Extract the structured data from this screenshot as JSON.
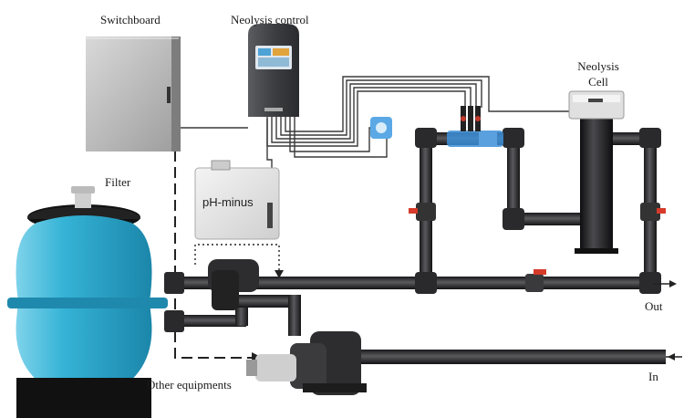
{
  "labels": {
    "switchboard": "Switchboard",
    "neolysis_control": "Neolysis control",
    "neolysis_cell_line1": "Neolysis",
    "neolysis_cell_line2": "Cell",
    "filter": "Filter",
    "ph_minus": "pH-minus",
    "other_equipments": "Other equipments",
    "out": "Out",
    "in": "In"
  },
  "colors": {
    "pipe": "#2b2b2d",
    "pipe_highlight": "#6a6a6e",
    "filter_body": "#2aa6c9",
    "filter_band": "#1e8fb2",
    "switchboard": "#bdbdbd",
    "valve_red": "#d63a2a",
    "sensor_blue": "#3d8fd8",
    "cable": "#3a3a3a"
  },
  "icons": [
    "filter-tank",
    "switchboard-cabinet",
    "neolysis-controller",
    "neolysis-cell",
    "ph-minus-tank",
    "pump",
    "valve",
    "flow-arrow"
  ]
}
